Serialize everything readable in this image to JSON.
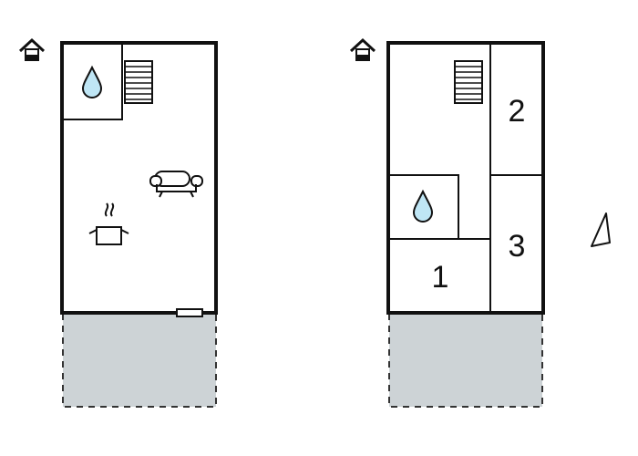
{
  "plan": {
    "colors": {
      "wall": "#111111",
      "terrace_fill": "#cdd3d6",
      "water": "#bfe6f5",
      "background": "#ffffff"
    },
    "levels": [
      {
        "name": "ground-floor",
        "entrance_icon": "house-entrance-icon",
        "icons": [
          "water-drop-icon",
          "stairs-icon",
          "sofa-icon",
          "cooking-pot-icon"
        ],
        "features": [
          "bathroom",
          "stairs",
          "living-area",
          "kitchen",
          "door",
          "terrace"
        ]
      },
      {
        "name": "upper-floor",
        "entrance_icon": "house-entrance-icon",
        "icons": [
          "stairs-icon",
          "water-drop-icon"
        ],
        "features": [
          "stairs",
          "bathroom",
          "room-1",
          "room-2",
          "room-3",
          "terrace"
        ]
      }
    ],
    "rooms": {
      "room1": "1",
      "room2": "2",
      "room3": "3"
    },
    "north_icon": "north-arrow-icon"
  }
}
